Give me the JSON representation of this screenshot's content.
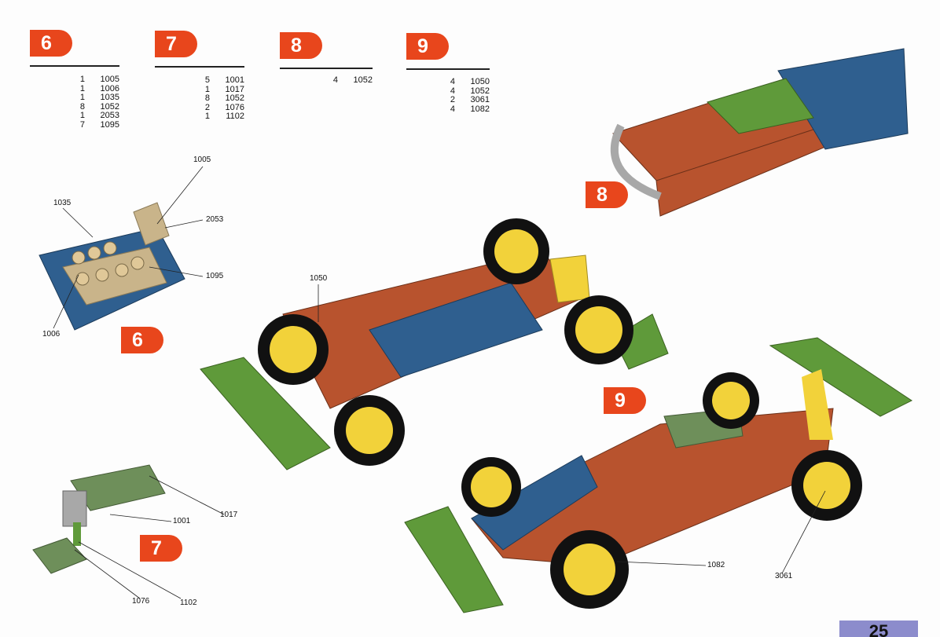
{
  "sections": [
    {
      "number": "6",
      "parts": [
        {
          "qty": "1",
          "part": "1005"
        },
        {
          "qty": "1",
          "part": "1006"
        },
        {
          "qty": "1",
          "part": "1035"
        },
        {
          "qty": "8",
          "part": "1052"
        },
        {
          "qty": "1",
          "part": "2053"
        },
        {
          "qty": "7",
          "part": "1095"
        }
      ]
    },
    {
      "number": "7",
      "parts": [
        {
          "qty": "5",
          "part": "1001"
        },
        {
          "qty": "1",
          "part": "1017"
        },
        {
          "qty": "8",
          "part": "1052"
        },
        {
          "qty": "2",
          "part": "1076"
        },
        {
          "qty": "1",
          "part": "1102"
        }
      ]
    },
    {
      "number": "8",
      "parts": [
        {
          "qty": "4",
          "part": "1052"
        }
      ]
    },
    {
      "number": "9",
      "parts": [
        {
          "qty": "4",
          "part": "1050"
        },
        {
          "qty": "4",
          "part": "1052"
        },
        {
          "qty": "2",
          "part": "3061"
        },
        {
          "qty": "4",
          "part": "1082"
        }
      ]
    }
  ],
  "model_badges": {
    "m6": "6",
    "m7": "7",
    "m8": "8",
    "m9": "9"
  },
  "callouts": {
    "c1005": "1005",
    "c1035": "1035",
    "c2053": "2053",
    "c1095": "1095",
    "c1006": "1006",
    "c1050": "1050",
    "c1017": "1017",
    "c1001": "1001",
    "c1076": "1076",
    "c1102": "1102",
    "c1082": "1082",
    "c3061": "3061"
  },
  "page_number": "25",
  "colors": {
    "accent": "#e8461c",
    "blue": "#2f5f8f",
    "red": "#b8532e",
    "green": "#5f9a3a",
    "yellow": "#f2d23a"
  }
}
